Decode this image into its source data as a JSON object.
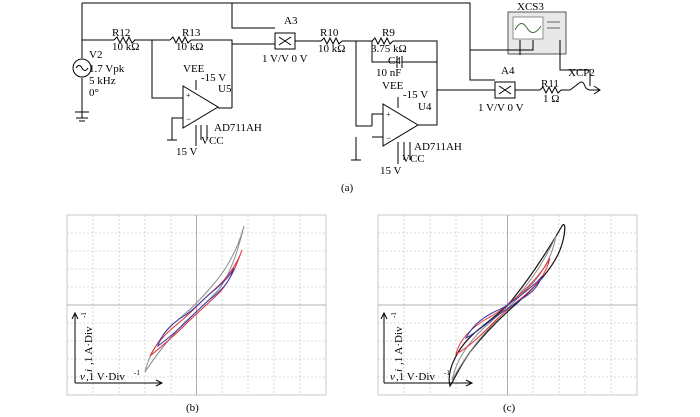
{
  "circuit": {
    "v2": {
      "name": "V2",
      "amp": "1.7 Vpk",
      "freq": "5 kHz",
      "phase": "0°"
    },
    "r12": {
      "name": "R12",
      "value": "10 kΩ"
    },
    "r13": {
      "name": "R13",
      "value": "10 kΩ"
    },
    "r10": {
      "name": "R10",
      "value": "10 kΩ"
    },
    "r9": {
      "name": "R9",
      "value": "3.75 kΩ"
    },
    "c4": {
      "name": "C4",
      "value": "10 nF"
    },
    "r11": {
      "name": "R11",
      "value": "1 Ω"
    },
    "a3": {
      "name": "A3",
      "gain": "1 V/V 0 V"
    },
    "a4": {
      "name": "A4",
      "gain": "1 V/V 0 V"
    },
    "u5": {
      "name": "U5",
      "part": "AD711AH",
      "vee": "VEE",
      "vee_val": "-15 V",
      "vcc": "VCC",
      "vcc_val": "15 V"
    },
    "u4": {
      "name": "U4",
      "part": "AD711AH",
      "vee": "VEE",
      "vee_val": "-15 V",
      "vcc": "VCC",
      "vcc_val": "15 V"
    },
    "xcs3": {
      "name": "XCS3"
    },
    "xcp2": {
      "name": "XCP2"
    },
    "caption": "(a)"
  },
  "plots": {
    "b": {
      "caption": "(b)",
      "ylabel_var": "i",
      "ylabel_unit": ",1 A·Div",
      "ylabel_sup": "-1",
      "xlabel_var": "v",
      "xlabel_unit": ",1 V·Div",
      "xlabel_sup": "-1"
    },
    "c": {
      "caption": "(c)",
      "ylabel_var": "i",
      "ylabel_unit": ",1 A·Div",
      "ylabel_sup": "-1",
      "xlabel_var": "v",
      "xlabel_unit": ",1 V·Div",
      "xlabel_sup": "-1"
    }
  },
  "colors": {
    "curve_gray": "#8c8c8c",
    "curve_red": "#e0303a",
    "curve_blue": "#3a3aa8",
    "curve_black": "#111111"
  }
}
